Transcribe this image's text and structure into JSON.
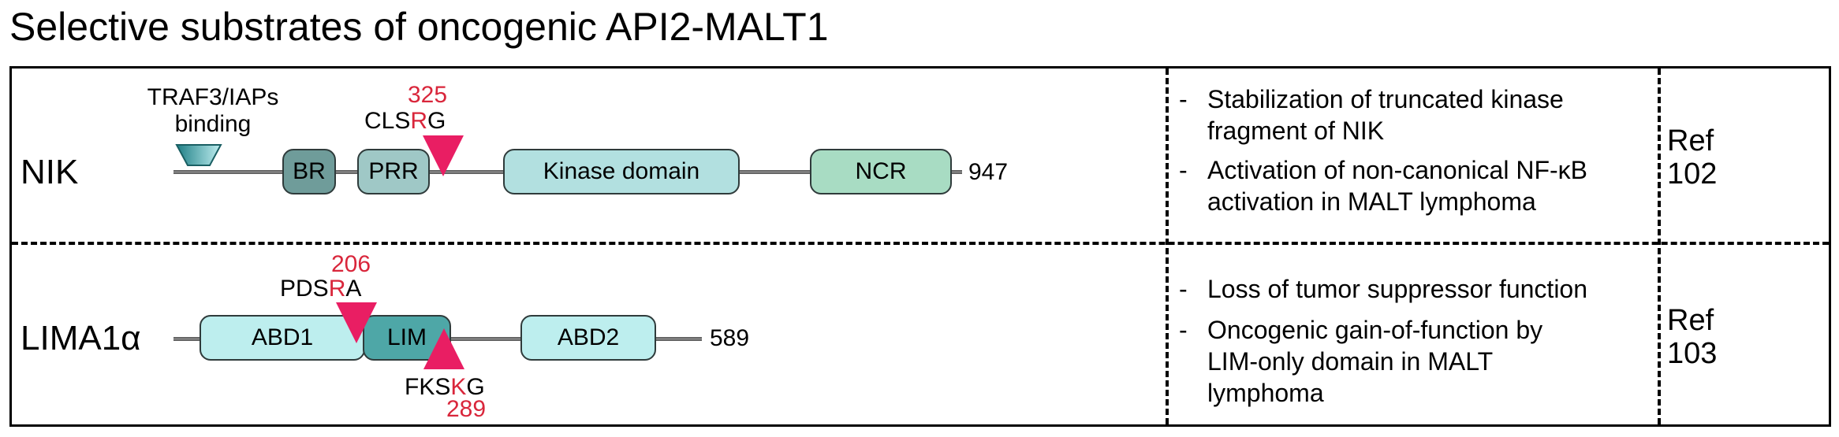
{
  "title": "Selective substrates of oncogenic API2-MALT1",
  "colors": {
    "cleavage_red": "#e91e63",
    "residue_red": "#d9263b",
    "traf_teal": "#3fa9b0",
    "br_fill": "#6f9c9a",
    "prr_fill": "#9fc8c6",
    "kinase_fill": "#b2e0e0",
    "ncr_fill": "#a8dcc3",
    "abd_fill": "#bdeeee",
    "lim_fill": "#4ea7a7"
  },
  "nik": {
    "name": "NIK",
    "length": "947",
    "traf_label_line1": "TRAF3/IAPs",
    "traf_label_line2": "binding",
    "site_number": "325",
    "site_prefix": "CLS",
    "site_residue": "R",
    "site_suffix": "G",
    "domains": {
      "br": "BR",
      "prr": "PRR",
      "kinase": "Kinase domain",
      "ncr": "NCR"
    },
    "effects": [
      {
        "dash": "-",
        "line1": "Stabilization of truncated kinase",
        "line2": "fragment of NIK"
      },
      {
        "dash": "-",
        "line1": "Activation of non-canonical NF-κB",
        "line2": "activation in MALT lymphoma"
      }
    ],
    "ref_line1": "Ref",
    "ref_line2": "102"
  },
  "lima1": {
    "name": "LIMA1α",
    "length": "589",
    "site1_number": "206",
    "site1_prefix": "PDS",
    "site1_residue": "R",
    "site1_suffix": "A",
    "site2_number": "289",
    "site2_prefix": "FKS",
    "site2_residue": "K",
    "site2_suffix": "G",
    "domains": {
      "abd1": "ABD1",
      "lim": "LIM",
      "abd2": "ABD2"
    },
    "effects": [
      {
        "dash": "-",
        "line1": "Loss of tumor suppressor function"
      },
      {
        "dash": "-",
        "line1": "Oncogenic gain-of-function by",
        "line2": "LIM-only domain in MALT",
        "line3": "lymphoma"
      }
    ],
    "ref_line1": "Ref",
    "ref_line2": "103"
  }
}
